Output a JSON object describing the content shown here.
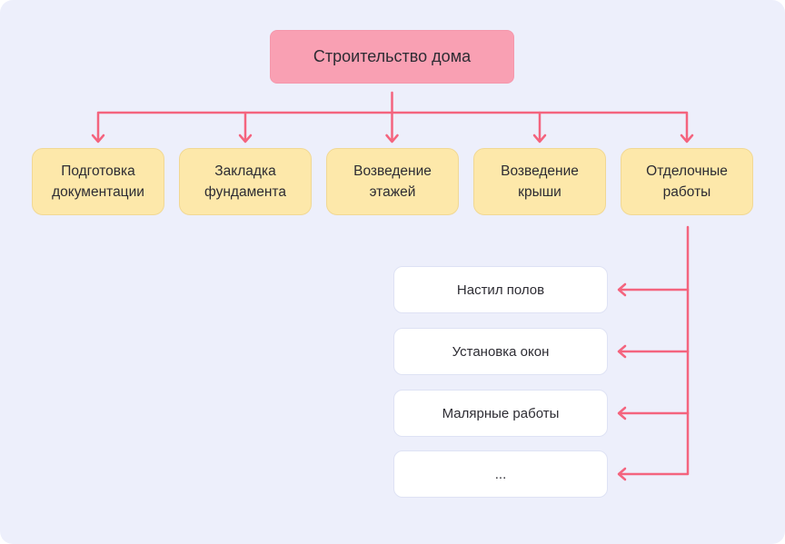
{
  "diagram": {
    "root": {
      "label": "Строительство дома"
    },
    "stages": [
      {
        "label": "Подготовка документации"
      },
      {
        "label": "Закладка фундамента"
      },
      {
        "label": "Возведение этажей"
      },
      {
        "label": "Возведение крыши"
      },
      {
        "label": "Отделочные работы"
      }
    ],
    "substeps": [
      {
        "label": "Настил полов"
      },
      {
        "label": "Установка окон"
      },
      {
        "label": "Малярные работы"
      },
      {
        "label": "..."
      }
    ],
    "colors": {
      "background": "#EDEFFB",
      "root_fill": "#F9A0B3",
      "root_border": "#F598AC",
      "stage_fill": "#FDE8AA",
      "stage_border": "#F1D894",
      "substep_fill": "#FFFFFF",
      "substep_border": "#DEE2F4",
      "connector": "#F4647E",
      "text": "#2D2C33"
    }
  }
}
